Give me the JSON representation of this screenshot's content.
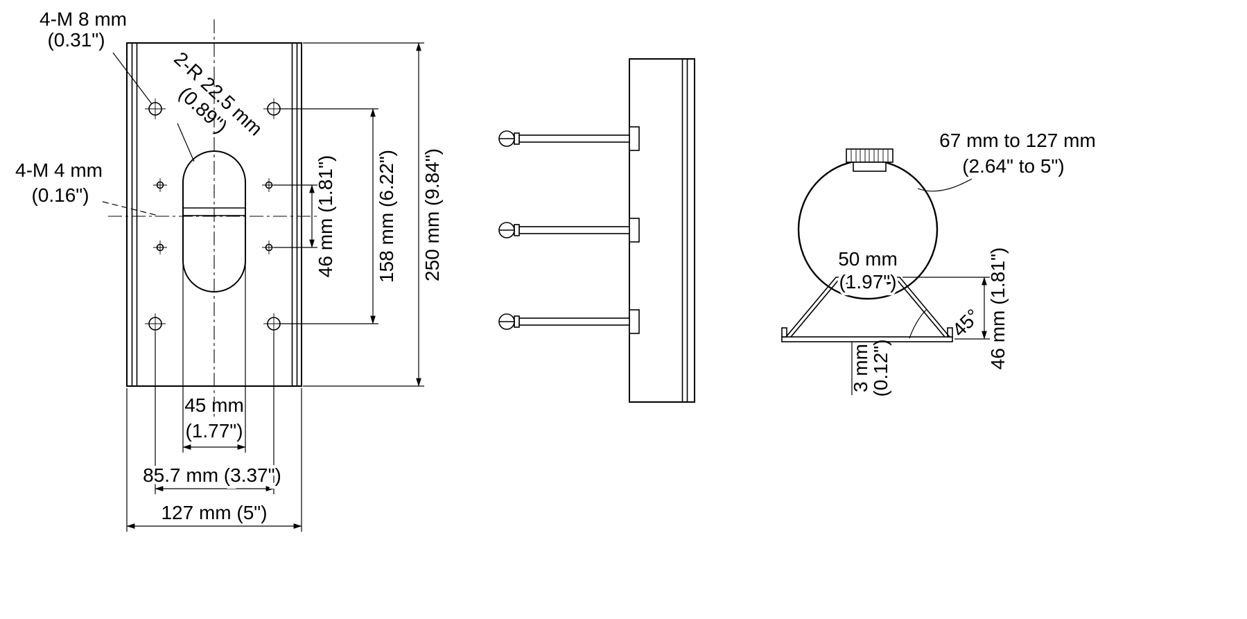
{
  "views": {
    "front": {
      "hole_label_m8": "4-M 8 mm",
      "hole_label_m8_in": "(0.31\")",
      "hole_label_m4": "4-M 4 mm",
      "hole_label_m4_in": "(0.16\")",
      "slot_radius": "2-R 22.5 mm",
      "slot_radius_in": "(0.89\")",
      "dim_hole_v_46": "46 mm (1.81\")",
      "dim_hole_v_158": "158 mm (6.22\")",
      "dim_height_250": "250 mm (9.84\")",
      "dim_slot_w_45": "45 mm",
      "dim_slot_w_45_in": "(1.77\")",
      "dim_hole_w_857": "85.7 mm (3.37\")",
      "dim_width_127": "127 mm (5\")"
    },
    "bottom": {
      "clamp_range": "67 mm to 127 mm",
      "clamp_range_in": "(2.64\" to 5\")",
      "dim_seat_w_50": "50 mm",
      "dim_seat_w_50_in": "(1.97\")",
      "angle_45": "45°",
      "dim_seat_h_46": "46 mm (1.81\")",
      "thickness_3": "3 mm",
      "thickness_3_in": "(0.12\")"
    }
  }
}
